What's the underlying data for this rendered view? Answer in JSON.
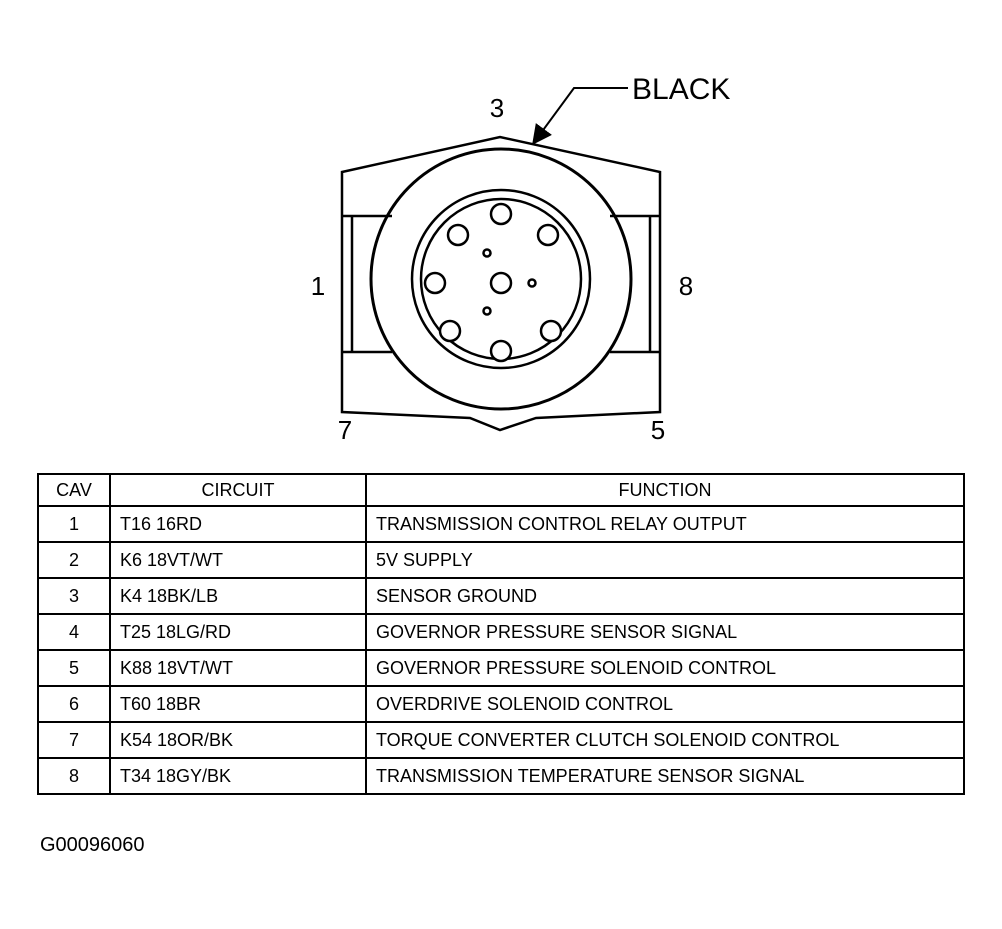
{
  "connector": {
    "color_callout": "BLACK",
    "cavity_labels": {
      "top": "3",
      "left": "1",
      "right": "8",
      "bottom_left": "7",
      "bottom_right": "5"
    }
  },
  "table": {
    "headers": {
      "cav": "CAV",
      "circuit": "CIRCUIT",
      "function": "FUNCTION"
    },
    "rows": [
      {
        "cav": "1",
        "circuit": "T16 16RD",
        "function": "TRANSMISSION CONTROL RELAY OUTPUT"
      },
      {
        "cav": "2",
        "circuit": "K6 18VT/WT",
        "function": "5V SUPPLY"
      },
      {
        "cav": "3",
        "circuit": "K4 18BK/LB",
        "function": "SENSOR GROUND"
      },
      {
        "cav": "4",
        "circuit": "T25 18LG/RD",
        "function": "GOVERNOR PRESSURE SENSOR SIGNAL"
      },
      {
        "cav": "5",
        "circuit": "K88 18VT/WT",
        "function": "GOVERNOR PRESSURE SOLENOID CONTROL"
      },
      {
        "cav": "6",
        "circuit": "T60 18BR",
        "function": "OVERDRIVE SOLENOID CONTROL"
      },
      {
        "cav": "7",
        "circuit": "K54 18OR/BK",
        "function": "TORQUE CONVERTER CLUTCH SOLENOID CONTROL"
      },
      {
        "cav": "8",
        "circuit": "T34 18GY/BK",
        "function": "TRANSMISSION TEMPERATURE SENSOR SIGNAL"
      }
    ]
  },
  "figure_id": "G00096060"
}
